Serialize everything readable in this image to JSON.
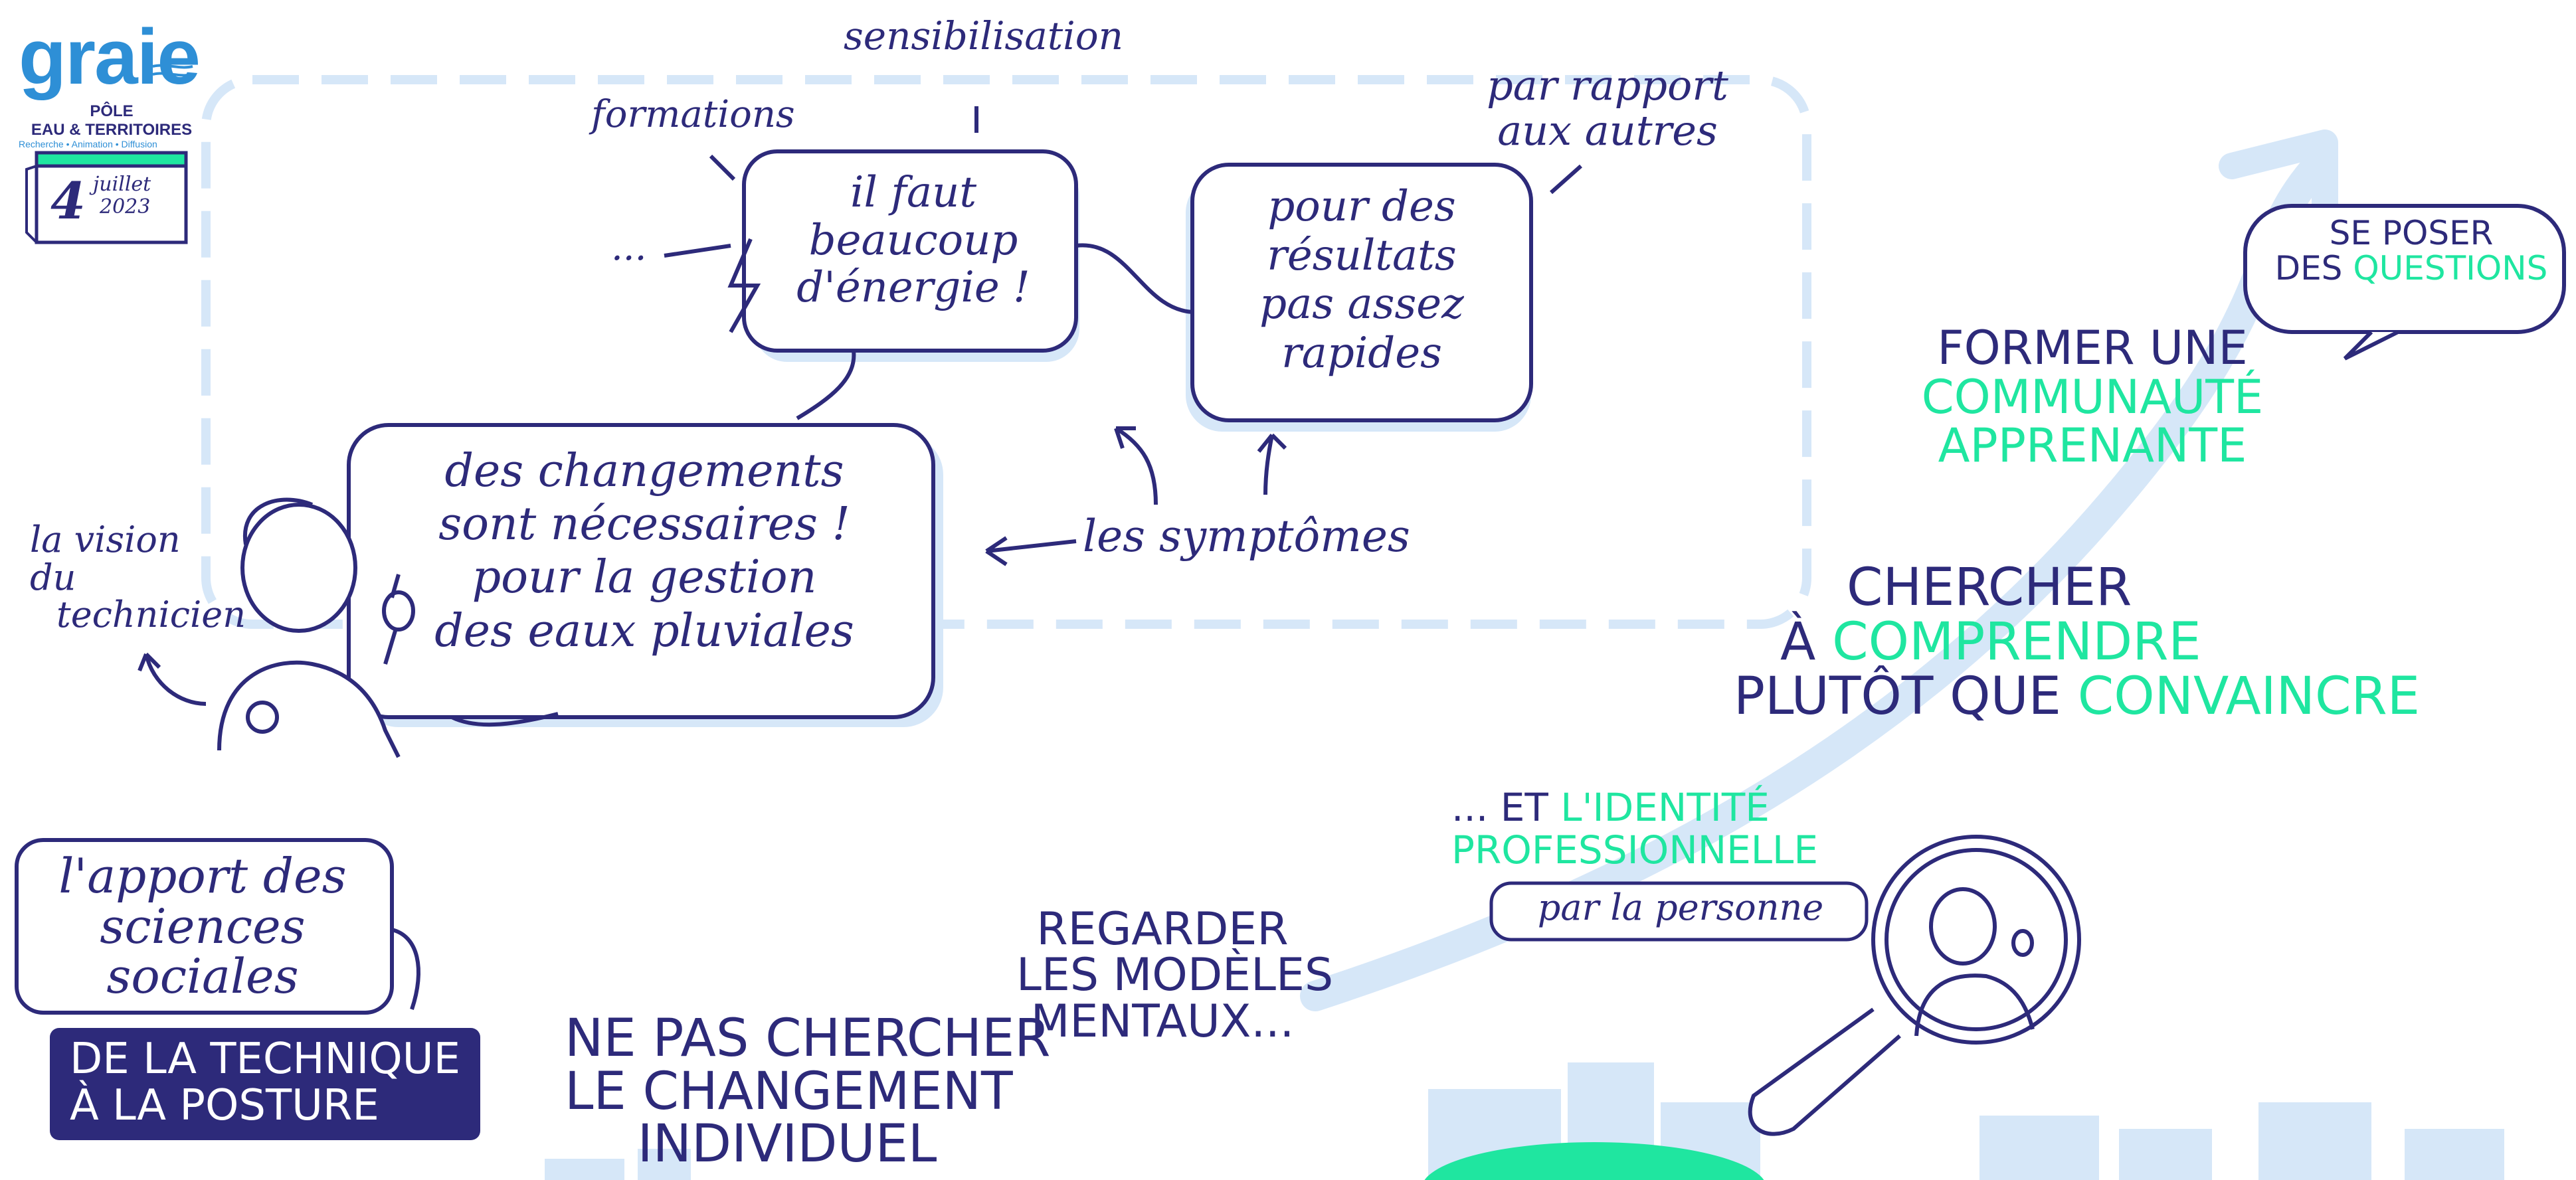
{
  "logo": {
    "name": "graie",
    "line1": "PÔLE",
    "line2": "EAU & TERRITOIRES",
    "tagline": "Recherche • Animation • Diffusion"
  },
  "date": {
    "day": "4",
    "month": "juillet",
    "year": "2023"
  },
  "top": {
    "sensibilisation": "sensibilisation",
    "formations": "formations",
    "ellipsis": "...",
    "energy_bubble": [
      "il faut",
      "beaucoup",
      "d'énergie !"
    ],
    "par_rapport": [
      "par rapport",
      "aux autres"
    ],
    "results_bubble": [
      "pour des",
      "résultats",
      "pas assez",
      "rapides"
    ],
    "changes_bubble": [
      "des changements",
      "sont nécessaires !",
      "pour la gestion",
      "des eaux pluviales"
    ],
    "vision": [
      "la vision",
      "du",
      "technicien"
    ],
    "symptomes": "les symptômes"
  },
  "right": {
    "bubble_q_1": "Se poser",
    "bubble_q_2a": "des",
    "bubble_q_2b": "questions",
    "former_1": "Former une",
    "former_2": "communauté",
    "former_3": "apprenante",
    "chercher_1": "Chercher",
    "chercher_2a": "à",
    "chercher_2b": "comprendre",
    "chercher_3a": "plutôt que",
    "chercher_3b": "convaincre",
    "identite_1a": "... et",
    "identite_1b": "l'identité",
    "identite_2": "professionnelle",
    "par_personne": "par la personne"
  },
  "bottom": {
    "apport": [
      "l'apport des",
      "sciences",
      "sociales"
    ],
    "posture": [
      "De la technique",
      "à la posture"
    ],
    "regarder": [
      "Regarder",
      "les modèles",
      "mentaux..."
    ],
    "ne_pas": [
      "Ne pas chercher",
      "le changement",
      "individuel"
    ]
  },
  "colors": {
    "navy": "#2d2a7a",
    "green": "#1fe6a0",
    "light_blue": "#d6e7f8",
    "logo_blue": "#2e8fd6"
  }
}
